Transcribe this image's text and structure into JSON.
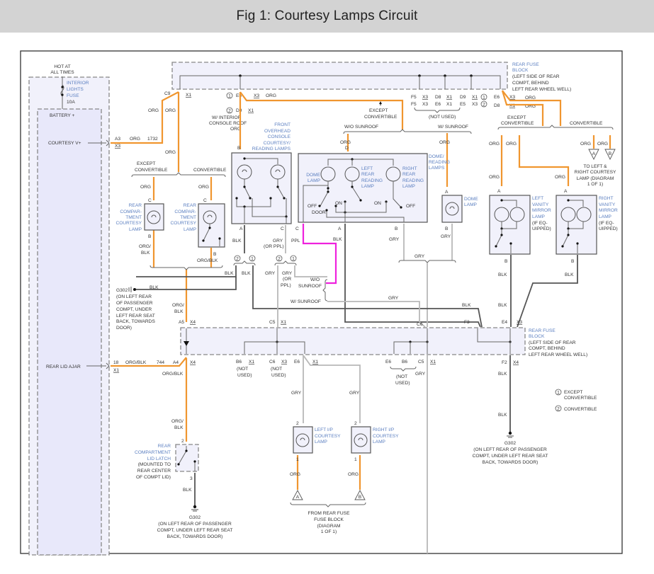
{
  "header": {
    "title": "Fig 1: Courtesy Lamps Circuit"
  },
  "diagram": {
    "title": "Courtesy Lamps Circuit",
    "hot_at": "HOT AT",
    "all_times": "ALL TIMES",
    "fuse": [
      "INTERIOR",
      "LIGHTS",
      "FUSE",
      "10A"
    ],
    "battery": "BATTERY +",
    "courtesy_v": "COURTESY V+",
    "rear_lid_ajar": "REAR LID AJAR",
    "rear_fuse_block": [
      "REAR FUSE",
      "BLOCK"
    ],
    "rear_fuse_block_loc": [
      "(LEFT SIDE OF REAR",
      "COMPT, BEHIND",
      "LEFT REAR WHEEL WELL)"
    ],
    "connectors": {
      "c9": "C9",
      "x1": "X1",
      "x3": "X3",
      "x4": "X4",
      "a3": "A3",
      "e5": "E5",
      "d9": "D9",
      "f5": "F5",
      "d8": "D8",
      "e6": "E6",
      "a5": "A5",
      "a4": "A4",
      "c5": "C5",
      "c6": "C6",
      "f3": "F3",
      "e4": "E4",
      "f2": "F2",
      "b6": "B6",
      "n18": "18",
      "a": "A",
      "b": "B",
      "c": "C",
      "d": "D",
      "one": "1",
      "two": "2",
      "three": "3",
      "circ1": "1",
      "circ2": "2"
    },
    "wires": {
      "org": "ORG",
      "blk": "BLK",
      "gry": "GRY",
      "ppl": "PPL",
      "org_blk": "ORG/BLK",
      "org_slash": "ORG/",
      "or_ppl": "(OR PPL)",
      "or": "(OR",
      "ppl_paren": "PPL)",
      "circuit_1732": "1732",
      "circuit_744": "744"
    },
    "conditions": {
      "except": "EXCEPT",
      "convertible": "CONVERTIBLE",
      "wo_sunroof": "W/O SUNROOF",
      "w_sunroof": "W/ SUNROOF",
      "wo": "W/O",
      "sunroof": "SUNROOF",
      "w_interior": "W/ INTERIOR",
      "console_roof": "CONSOLE ROOF",
      "not_used": "(NOT USED)",
      "not": "(NOT",
      "used": "USED)"
    },
    "components": {
      "front_overhead": [
        "FRONT",
        "OVERHEAD",
        "CONSOLE",
        "COURTESY/",
        "READING LAMPS"
      ],
      "dome_reading": [
        "DOME/",
        "READING",
        "LAMPS"
      ],
      "dome_lamp": [
        "DOME",
        "LAMP"
      ],
      "left_rear_reading": [
        "LEFT",
        "REAR",
        "READING",
        "LAMP"
      ],
      "right_rear_reading": [
        "RIGHT",
        "REAR",
        "READING",
        "LAMP"
      ],
      "switch_off": "OFF",
      "switch_door": "DOOR",
      "switch_on": "ON",
      "rear_compartment_courtesy": [
        "REAR",
        "COMPAR-",
        "TMENT",
        "COURTESY",
        "LAMP"
      ],
      "left_vanity": [
        "LEFT",
        "VANITY",
        "MIRROR",
        "LAMP",
        "(IF EQ-",
        "UIPPED)"
      ],
      "right_vanity": [
        "RIGHT",
        "VANITY",
        "MIRROR",
        "LAMP",
        "(IF EQ-",
        "UIPPED)"
      ],
      "left_ip": [
        "LEFT I/P",
        "COURTESY",
        "LAMP"
      ],
      "right_ip": [
        "RIGHT I/P",
        "COURTESY",
        "LAMP"
      ],
      "lid_latch": [
        "REAR",
        "COMPARTMENT",
        "LID LATCH"
      ],
      "lid_latch_loc": [
        "(MOUNTED TO",
        "REAR CENTER",
        "OF COMPT LID)"
      ]
    },
    "grounds": {
      "g302": "G302",
      "loc_left": [
        "(ON LEFT REAR",
        "OF PASSENGER",
        "COMPT, UNDER",
        "LEFT REAR SEAT",
        "BACK, TOWARDS",
        "DOOR)"
      ],
      "loc_long": [
        "(ON LEFT REAR OF PASSENGER",
        "COMPT, UNDER LEFT REAR SEAT",
        "BACK, TOWARDS DOOR)"
      ]
    },
    "offpage": {
      "a": "A",
      "b": "B",
      "to_courtesy": [
        "TO LEFT &",
        "RIGHT COURTESY",
        "LAMP (DIAGRAM",
        "1 OF 1)"
      ],
      "from_fuse": [
        "FROM REAR FUSE",
        "FUSE BLOCK",
        "(DIAGRAM",
        "1 OF 1)"
      ]
    },
    "legend": [
      {
        "num": "1",
        "label": [
          "EXCEPT",
          "CONVERTIBLE"
        ]
      },
      {
        "num": "2",
        "label": [
          "CONVERTIBLE"
        ]
      }
    ],
    "wire_colors": {
      "org": "#f0962f",
      "blk": "#555555",
      "gry": "#b8b8b8",
      "ppl": "#ee22dd"
    }
  }
}
